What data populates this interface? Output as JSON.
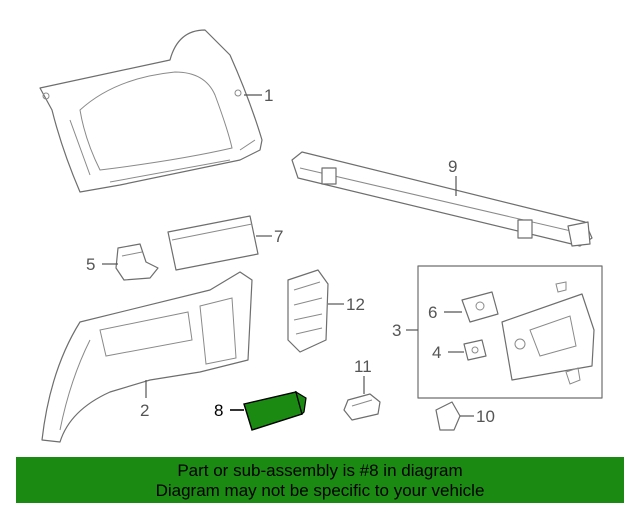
{
  "callouts": {
    "c1": "1",
    "c2": "2",
    "c3": "3",
    "c4": "4",
    "c5": "5",
    "c6": "6",
    "c7": "7",
    "c8": "8",
    "c9": "9",
    "c10": "10",
    "c11": "11",
    "c12": "12"
  },
  "highlight": {
    "part": "8",
    "color": "#1b8a12"
  },
  "banner": {
    "line1": "Part or sub-assembly is #8 in diagram",
    "line2": "Diagram may not be specific to your vehicle",
    "color": "#1b8a12"
  }
}
